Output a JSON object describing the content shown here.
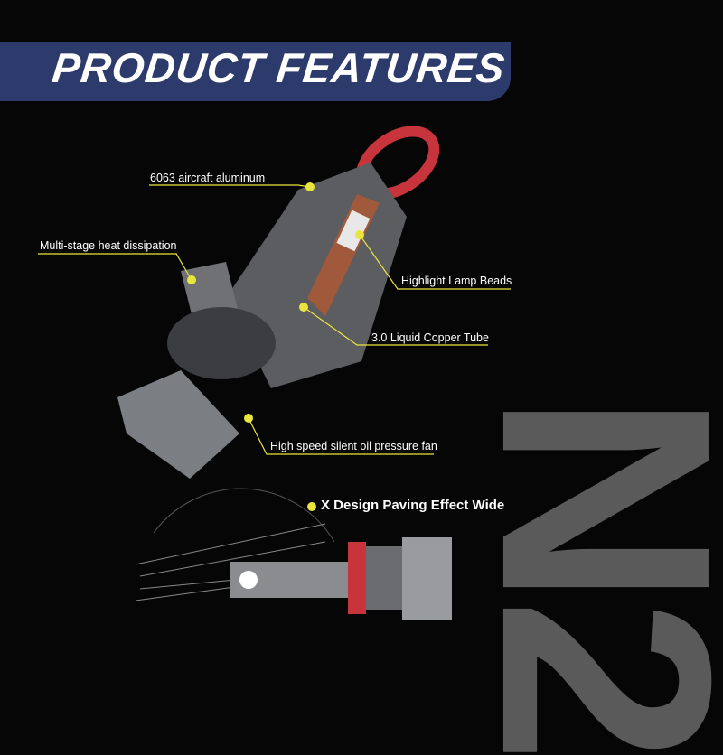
{
  "header": {
    "title": "PRODUCT FEATURES"
  },
  "watermark": "N2",
  "features": [
    "6063 aircraft aluminum",
    "Multi-stage heat dissipation",
    "Highlight Lamp Beads",
    "3.0 Liquid Copper Tube",
    "High speed silent oil pressure fan"
  ],
  "beam_caption": "X Design Paving Effect Wide",
  "colors": {
    "banner": "#2d3a6c",
    "accent": "#e9e53c",
    "background": "#060606"
  }
}
